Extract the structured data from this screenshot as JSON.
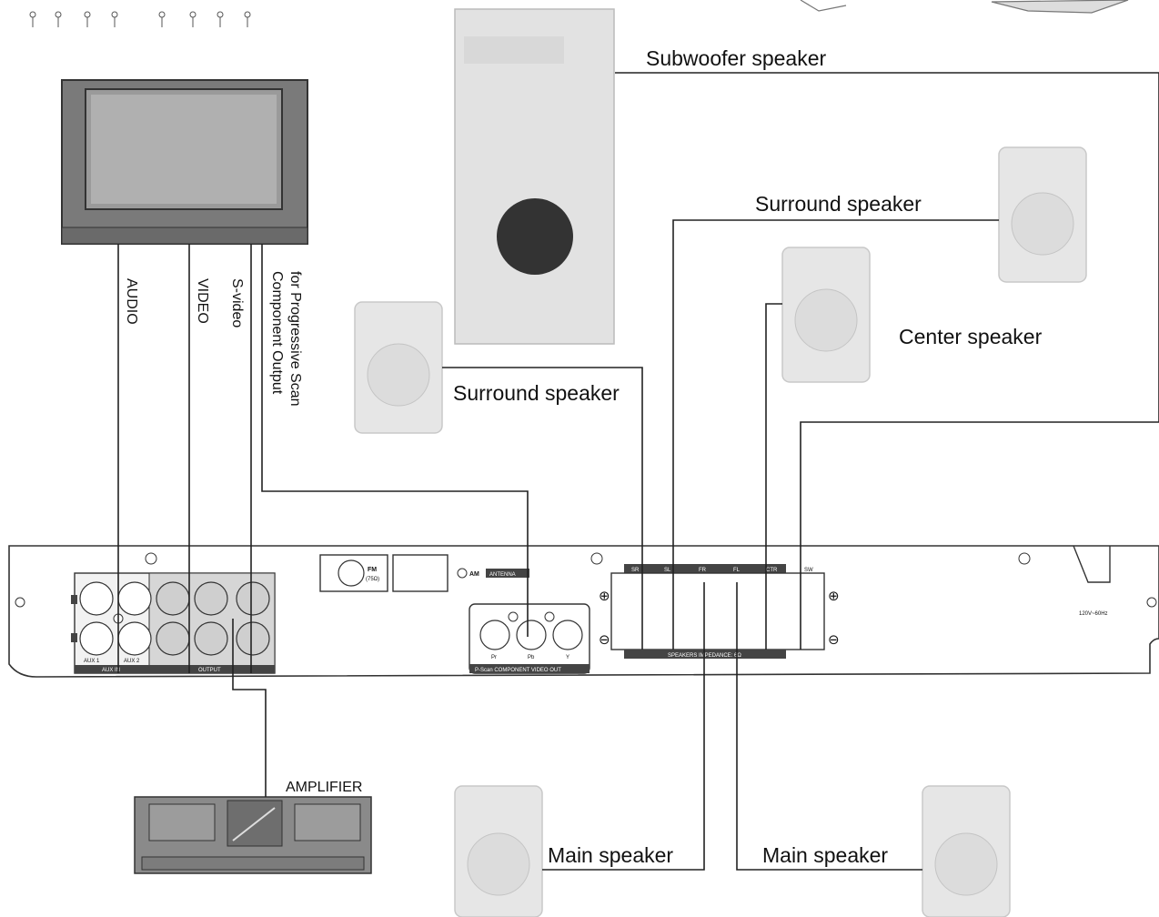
{
  "labels": {
    "subwoofer": "Subwoofer speaker",
    "surround_right": "Surround speaker",
    "surround_left": "Surround speaker",
    "center": "Center speaker",
    "main_left": "Main speaker",
    "main_right": "Main speaker",
    "amplifier": "AMPLIFIER",
    "audio": "AUDIO",
    "video": "VIDEO",
    "svideo": "S-video",
    "component_line1": "Component Output",
    "component_line2": "for Progressive Scan"
  },
  "panel": {
    "aux_in": "AUX IN",
    "aux1": "AUX 1",
    "aux2": "AUX 2",
    "output": "OUTPUT",
    "fm": "FM",
    "fm_ohm": "(75Ω)",
    "am": "AM",
    "antenna": "ANTENNA",
    "pr": "Pr",
    "pb": "Pb",
    "y": "Y",
    "pscan": "P-Scan COMPONENT VIDEO OUT",
    "speakers_impedance": "SPEAKERS IMPEDANCE: 6Ω",
    "sr": "SR",
    "sl": "SL",
    "fr": "FR",
    "fl": "FL",
    "ctr": "CTR",
    "sw": "SW",
    "power": "120V~60Hz",
    "plus": "⊕",
    "minus": "⊖"
  }
}
